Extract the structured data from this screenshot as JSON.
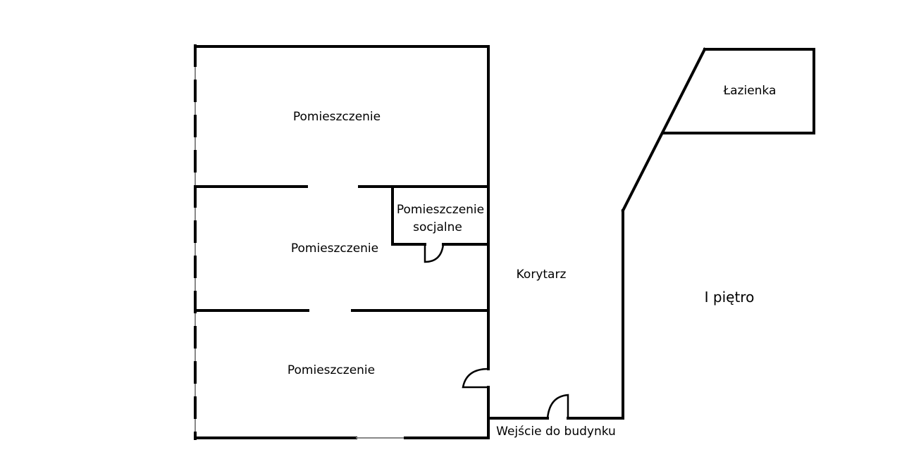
{
  "floor_plan": {
    "rooms": {
      "room_top": "Pomieszczenie",
      "room_middle": "Pomieszczenie",
      "social_room_line1": "Pomieszczenie",
      "social_room_line2": "socjalne",
      "room_bottom": "Pomieszczenie",
      "corridor": "Korytarz",
      "bathroom": "Łazienka"
    },
    "floor_label": "I piętro",
    "entrance_label": "Wejście do budynku"
  }
}
